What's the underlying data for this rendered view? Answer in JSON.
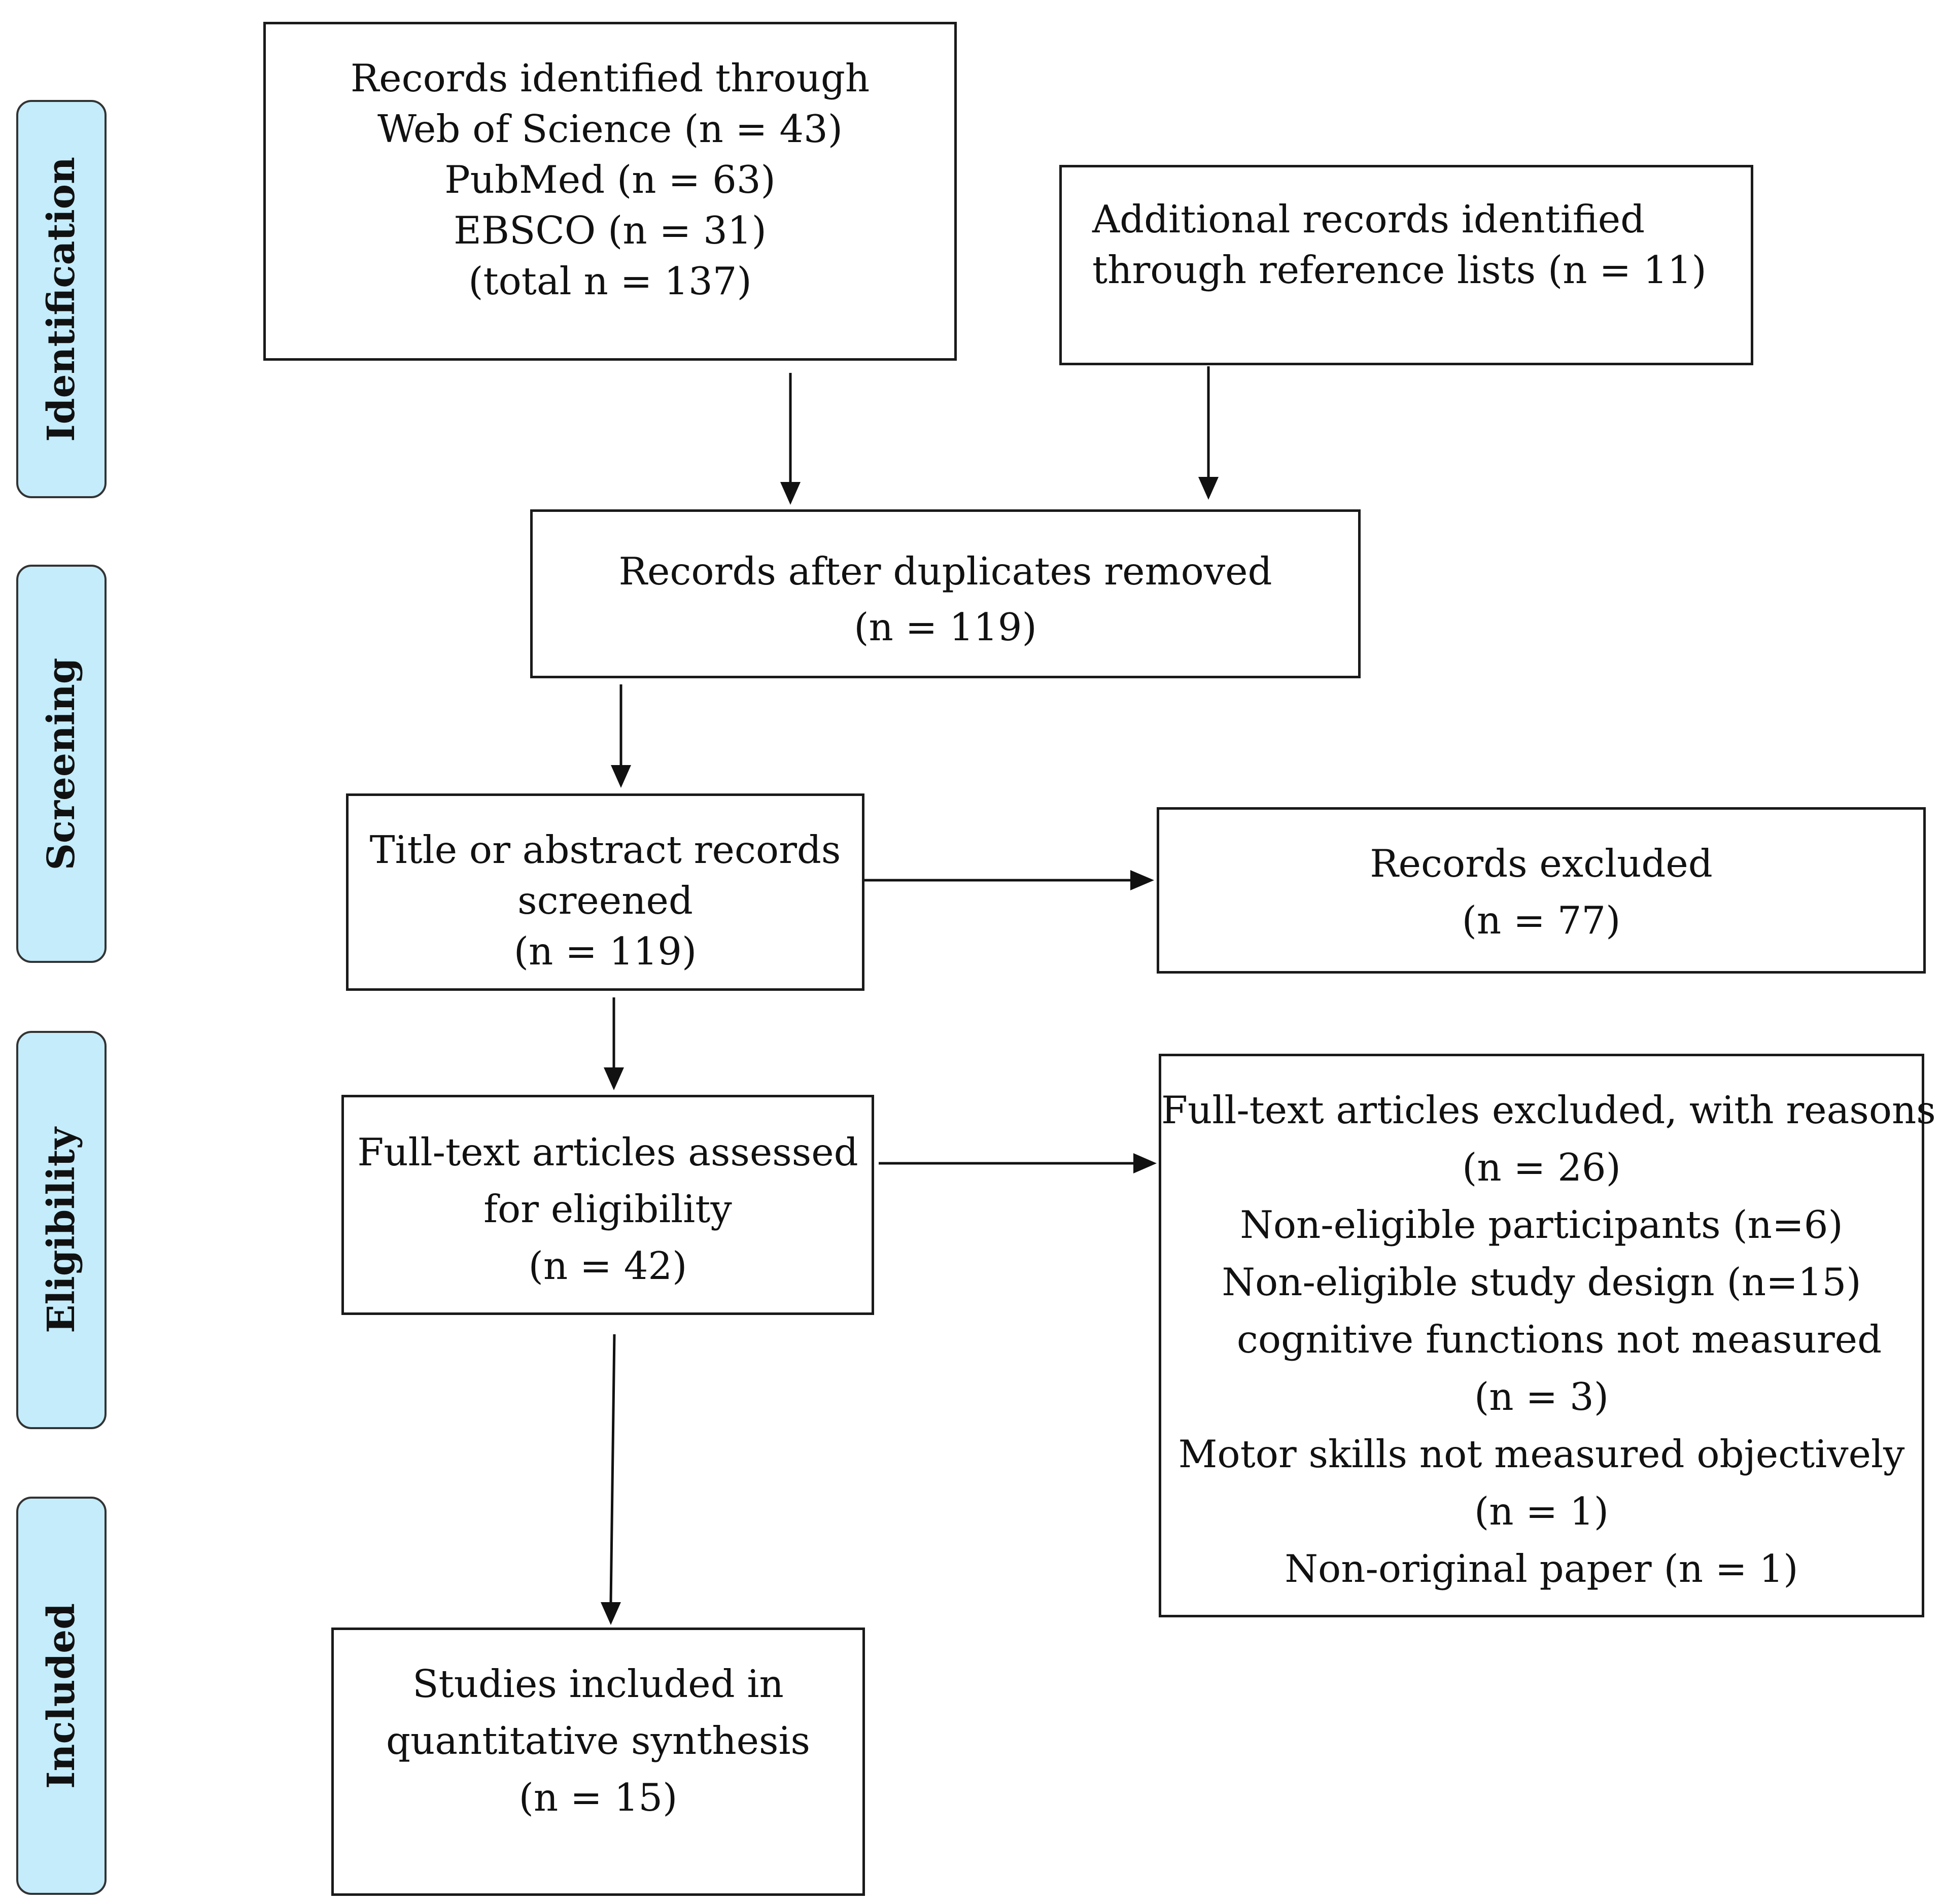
{
  "phases": {
    "identification": "Identification",
    "screening": "Screening",
    "eligibility": "Eligibility",
    "included": "Included"
  },
  "boxes": {
    "database_records": {
      "lines": [
        "Records identified through",
        "Web of Science (n = 43)",
        "PubMed (n = 63)",
        "EBSCO (n = 31)",
        "(total n = 137)"
      ]
    },
    "additional_records": {
      "lines": [
        "Additional records identified",
        "through reference lists (n = 11)"
      ]
    },
    "after_duplicates": {
      "lines": [
        "Records after duplicates removed",
        "(n = 119)"
      ]
    },
    "screened": {
      "lines": [
        "Title or abstract records",
        "screened",
        "(n = 119)"
      ]
    },
    "records_excluded": {
      "lines": [
        "Records excluded",
        "(n = 77)"
      ]
    },
    "fulltext_assessed": {
      "lines": [
        "Full-text articles assessed",
        "for eligibility",
        "(n = 42)"
      ]
    },
    "fulltext_excluded": {
      "lines": [
        "Full-text articles excluded, with reasons",
        "(n = 26)",
        "Non-eligible participants (n=6)",
        "Non-eligible study design (n=15)",
        "cognitive functions not measured",
        "(n = 3)",
        "Motor skills not measured objectively",
        "(n = 1)",
        "Non-original paper (n = 1)"
      ]
    },
    "included": {
      "lines": [
        "Studies included in",
        "quantitative synthesis",
        "(n = 15)"
      ]
    }
  }
}
